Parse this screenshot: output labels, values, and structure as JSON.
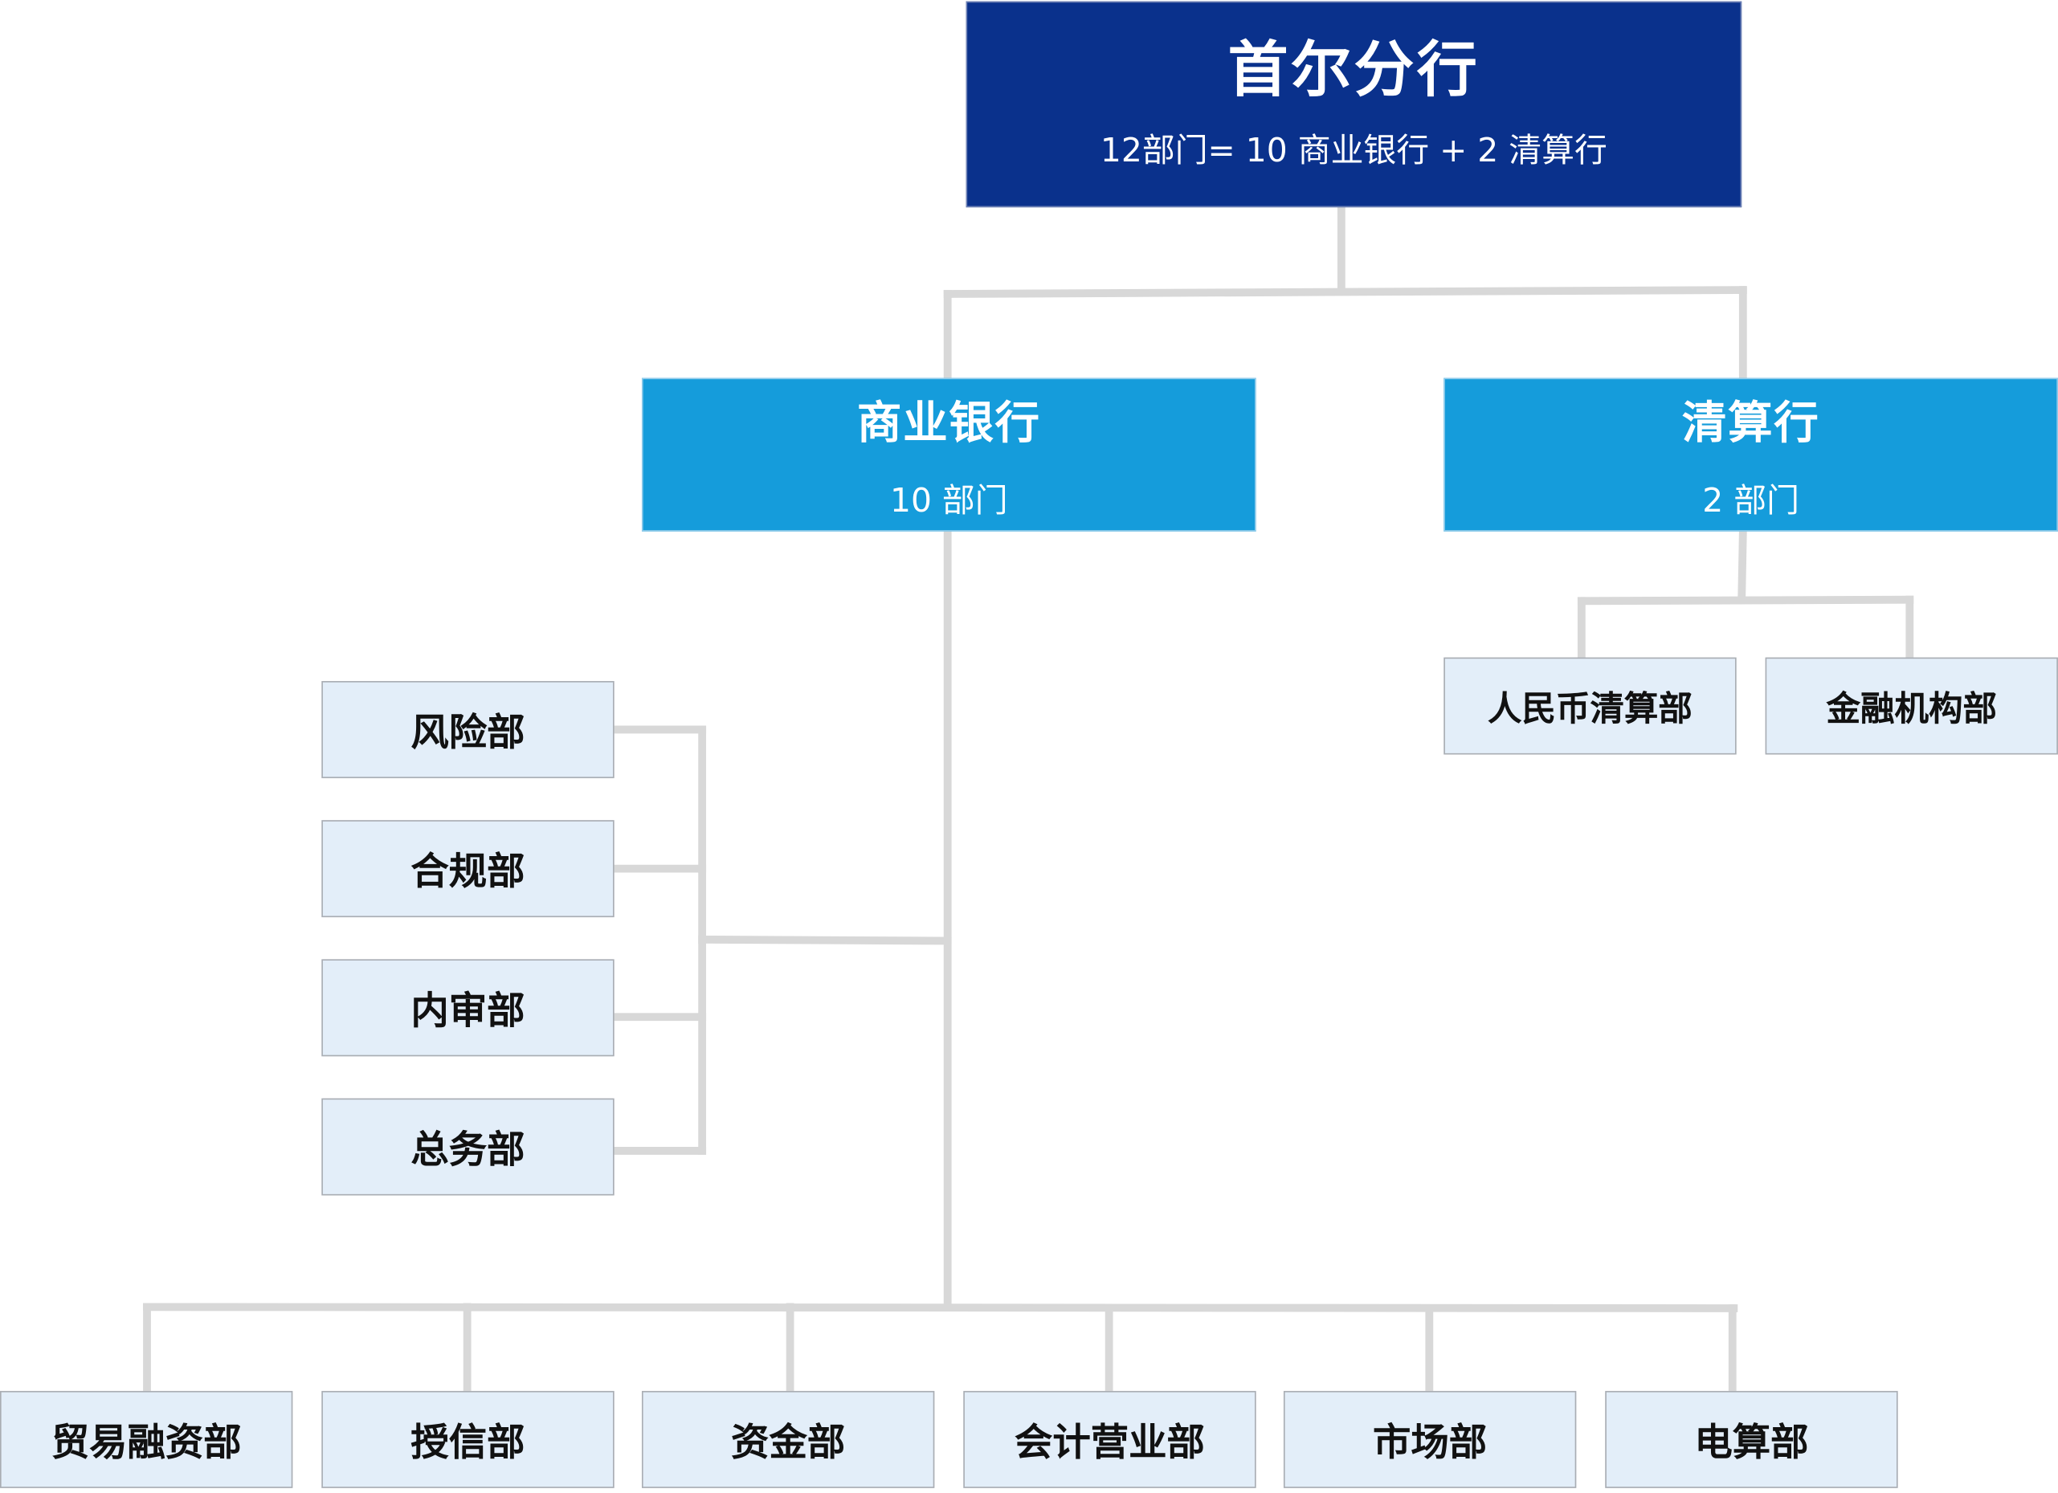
{
  "root": {
    "title": "首尔分行",
    "subtitle": "12部门= 10 商业银行 + 2 清算行"
  },
  "commercial": {
    "title": "商业银行",
    "subtitle": "10 部门"
  },
  "clearing": {
    "title": "清算行",
    "subtitle": "2 部门"
  },
  "clearing_depts": [
    "人民币清算部",
    "金融机构部"
  ],
  "side_depts": [
    "风险部",
    "合规部",
    "内审部",
    "总务部"
  ],
  "bottom_depts": [
    "贸易融资部",
    "授信部",
    "资金部",
    "会计营业部",
    "市场部",
    "电算部"
  ],
  "colors": {
    "root": "#0a318c",
    "mid": "#159cdb",
    "leaf": "#e3eef9",
    "connector": "#d8d8d8"
  }
}
